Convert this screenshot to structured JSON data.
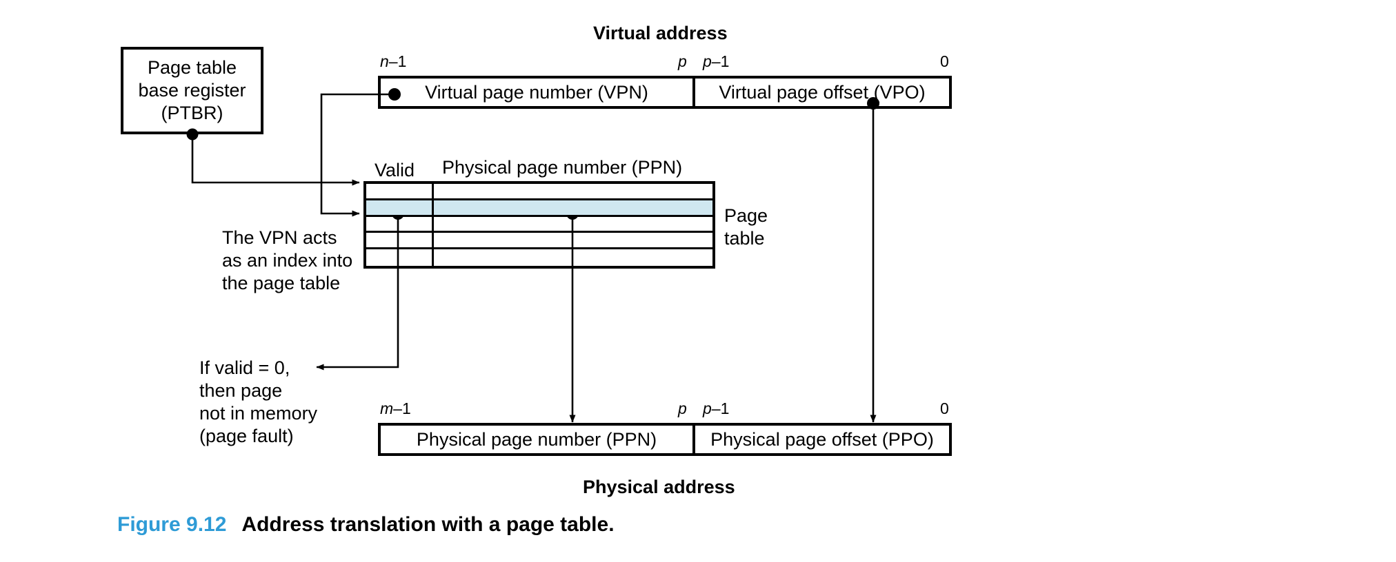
{
  "figure": {
    "number_label": "Figure 9.12",
    "caption": "Address translation with a page table.",
    "accent_color": "#2e9bd6"
  },
  "ptbr": {
    "line1": "Page table",
    "line2": "base register",
    "line3": "(PTBR)"
  },
  "virtual_address": {
    "title": "Virtual address",
    "bits": {
      "high": "n–1",
      "split_left": "p",
      "split_right": "p–1",
      "low": "0"
    },
    "fields": [
      {
        "label": "Virtual page number (VPN)"
      },
      {
        "label": "Virtual page offset (VPO)"
      }
    ]
  },
  "physical_address": {
    "title": "Physical address",
    "bits": {
      "high": "m–1",
      "split_left": "p",
      "split_right": "p–1",
      "low": "0"
    },
    "fields": [
      {
        "label": "Physical page number (PPN)"
      },
      {
        "label": "Physical page offset (PPO)"
      }
    ]
  },
  "page_table": {
    "column_headers": {
      "valid": "Valid",
      "ppn": "Physical page number (PPN)"
    },
    "side_label_line1": "Page",
    "side_label_line2": "table",
    "rows": [
      {
        "valid": "",
        "ppn": "",
        "highlighted": false
      },
      {
        "valid": "●",
        "ppn": "●",
        "highlighted": true
      },
      {
        "valid": "",
        "ppn": "",
        "highlighted": false
      },
      {
        "valid": "",
        "ppn": "",
        "highlighted": false
      },
      {
        "valid": "",
        "ppn": "",
        "highlighted": false
      }
    ],
    "highlight_color": "#cfe7f0"
  },
  "annotations": {
    "vpn_index": {
      "line1": "The VPN acts",
      "line2": "as an index into",
      "line3": "the page table"
    },
    "page_fault": {
      "line1": "If valid = 0,",
      "line2": "then page",
      "line3": "not in memory",
      "line4": "(page fault)"
    }
  }
}
